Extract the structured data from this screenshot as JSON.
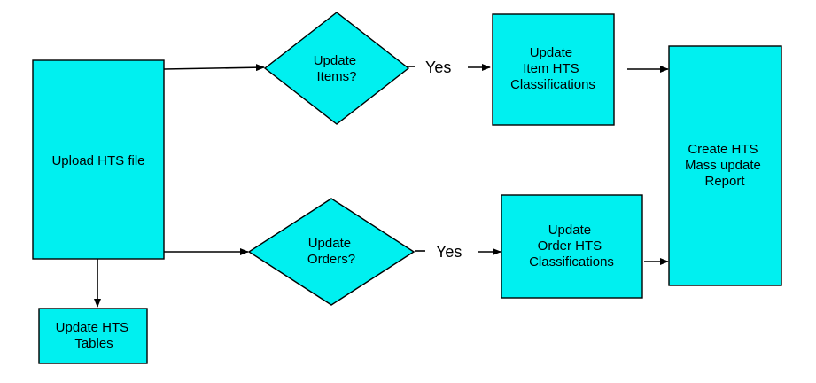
{
  "colors": {
    "node_fill": "#00f0f0",
    "node_stroke": "#000000",
    "line": "#000000"
  },
  "nodes": {
    "upload": {
      "lines": [
        "Upload HTS file"
      ]
    },
    "update_tables": {
      "lines": [
        "Update HTS",
        "Tables"
      ]
    },
    "decision_items": {
      "lines": [
        "Update",
        "Items?"
      ]
    },
    "decision_orders": {
      "lines": [
        "Update",
        "Orders?"
      ]
    },
    "update_item_class": {
      "lines": [
        "Update",
        "Item HTS",
        "Classifications"
      ]
    },
    "update_order_class": {
      "lines": [
        "Update",
        "Order HTS",
        "Classifications"
      ]
    },
    "report": {
      "lines": [
        "Create HTS",
        "Mass update",
        "Report"
      ]
    }
  },
  "edge_labels": {
    "items_yes": "Yes",
    "orders_yes": "Yes"
  }
}
